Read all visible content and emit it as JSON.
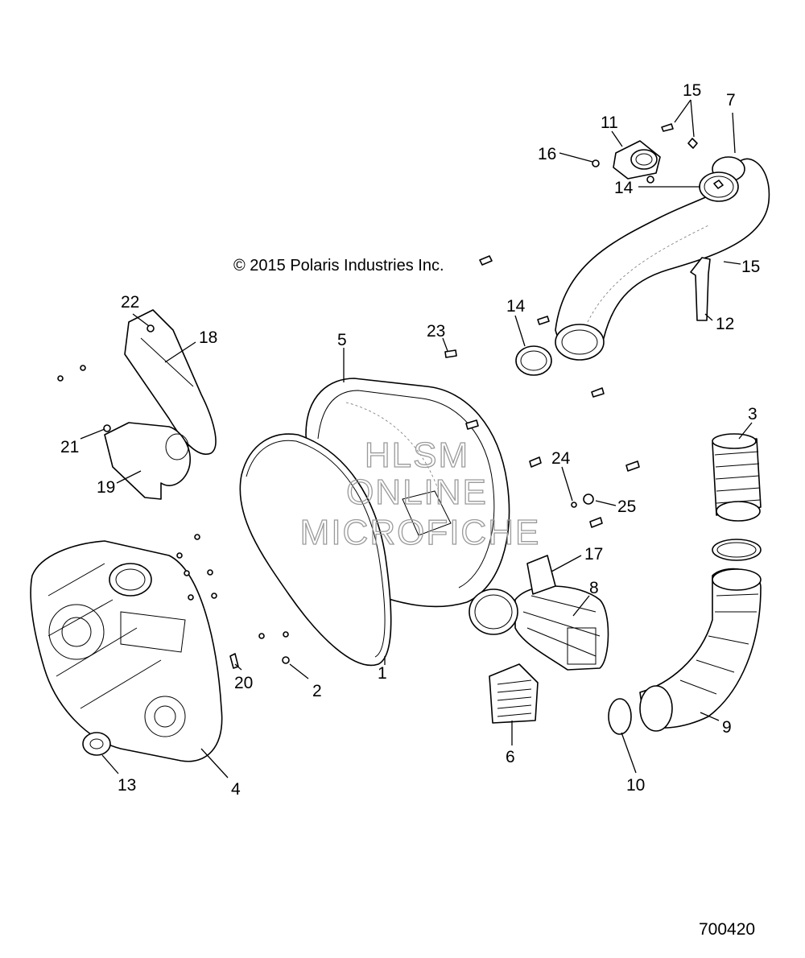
{
  "copyright": "© 2015 Polaris Industries Inc.",
  "drawing_number": "700420",
  "watermark": [
    "HLSM",
    "ONLINE",
    "MICROFICHE"
  ],
  "callouts": [
    "1",
    "2",
    "3",
    "4",
    "5",
    "6",
    "7",
    "8",
    "9",
    "10",
    "11",
    "12",
    "13",
    "14",
    "14",
    "15",
    "15",
    "16",
    "17",
    "18",
    "19",
    "20",
    "21",
    "22",
    "23",
    "24",
    "25"
  ]
}
